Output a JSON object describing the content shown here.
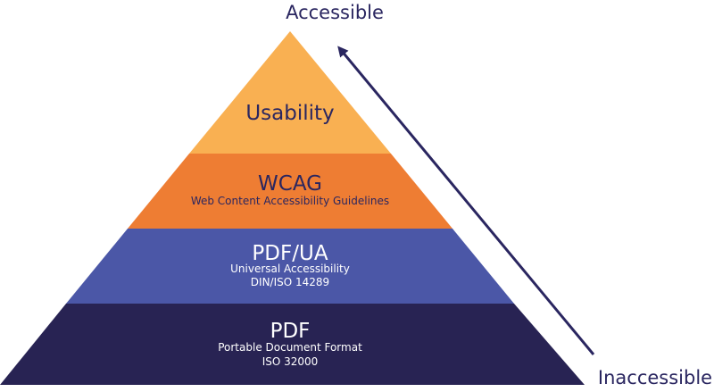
{
  "colors": {
    "usability": "#F9B052",
    "wcag": "#EE7D33",
    "pdfua": "#4B57A7",
    "pdf": "#282353",
    "dark_text": "#2A2660",
    "light_text": "#FFFFFF",
    "arrow": "#2A2660"
  },
  "scale": {
    "top_label": "Accessible",
    "bottom_label": "Inaccessible"
  },
  "layers": [
    {
      "title": "Usability",
      "subtitle_lines": []
    },
    {
      "title": "WCAG",
      "subtitle_lines": [
        "Web Content Accessibility Guidelines"
      ]
    },
    {
      "title": "PDF/UA",
      "subtitle_lines": [
        "Universal Accessibility",
        "DIN/ISO 14289"
      ]
    },
    {
      "title": "PDF",
      "subtitle_lines": [
        "Portable Document Format",
        "ISO 32000"
      ]
    }
  ]
}
